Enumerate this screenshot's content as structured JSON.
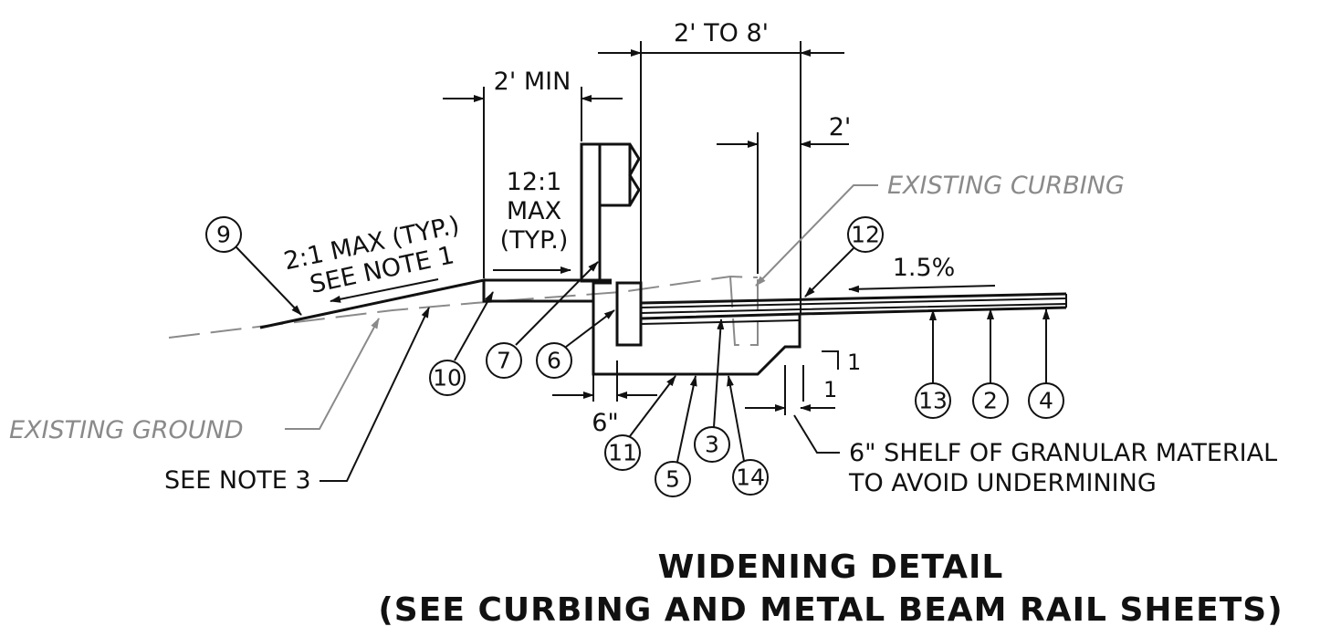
{
  "title": {
    "line1": "WIDENING DETAIL",
    "line2": "(SEE CURBING AND METAL BEAM RAIL SHEETS)"
  },
  "dimensions": {
    "two_to_eight": "2' TO 8'",
    "two_min": "2' MIN",
    "two_ft": "2'",
    "six_in": "6\"",
    "slope_rise": "1",
    "slope_run": "1"
  },
  "labels": {
    "ratio_line1": "12:1",
    "ratio_line2": "MAX",
    "ratio_line3": "(TYP.)",
    "side_slope_line1": "2:1 MAX (TYP.)",
    "side_slope_line2": "SEE NOTE 1",
    "cross_slope": "1.5%",
    "existing_curbing": "EXISTING CURBING",
    "existing_ground": "EXISTING GROUND",
    "see_note_3": "SEE NOTE 3",
    "shelf_line1": "6\" SHELF OF GRANULAR MATERIAL",
    "shelf_line2": "TO AVOID UNDERMINING"
  },
  "callouts": {
    "c9": "9",
    "c12": "12",
    "c10": "10",
    "c7": "7",
    "c6": "6",
    "c13": "13",
    "c2": "2",
    "c4": "4",
    "c11": "11",
    "c5": "5",
    "c3": "3",
    "c14": "14"
  }
}
